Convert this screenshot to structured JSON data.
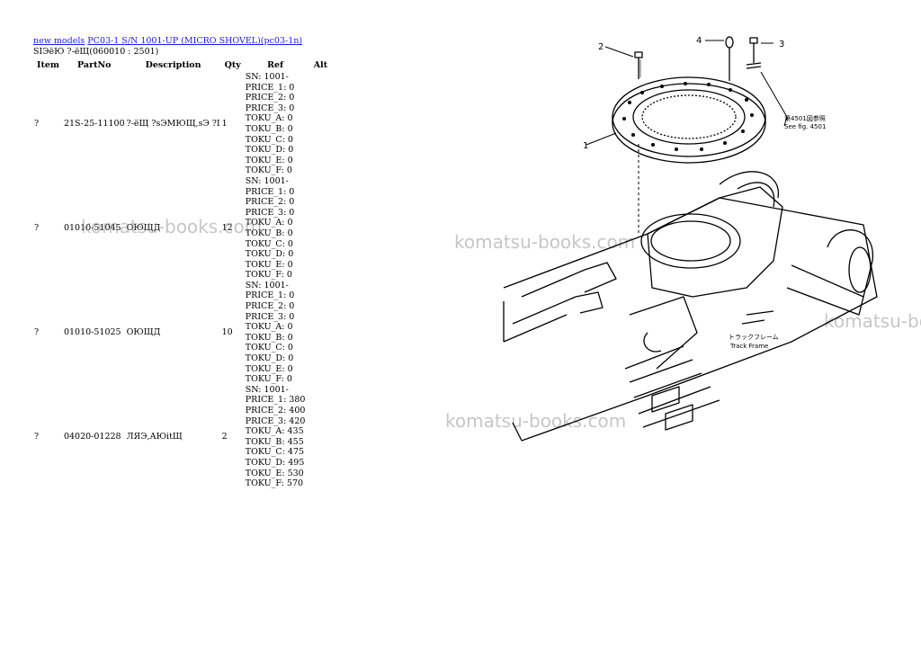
{
  "breadcrumb": {
    "link1": "new models",
    "link2": "PC03-1 S/N 1001-UP (MICRO SHOVEL)(pc03-1n)"
  },
  "subtitle": "SIЭёЮ ?-ёЩ(060010 : 2501)",
  "table": {
    "headers": [
      "Item",
      "PartNo",
      "Description",
      "Qty",
      "Ref",
      "Alt"
    ],
    "rows": [
      {
        "item": "?",
        "part_no": "21S-25-11100",
        "description": "?-ёЩ ?sЭМЮЩ,sЭ ?I",
        "qty": "1",
        "ref": [
          "SN: 1001-",
          "PRICE_1: 0",
          "PRICE_2: 0",
          "PRICE_3: 0",
          "TOKU_A: 0",
          "TOKU_B: 0",
          "TOKU_C: 0",
          "TOKU_D: 0",
          "TOKU_E: 0",
          "TOKU_F: 0"
        ],
        "alt": ""
      },
      {
        "item": "?",
        "part_no": "01010-51045",
        "description": "ОЮЩД",
        "qty": "12",
        "ref": [
          "SN: 1001-",
          "PRICE_1: 0",
          "PRICE_2: 0",
          "PRICE_3: 0",
          "TOKU_A: 0",
          "TOKU_B: 0",
          "TOKU_C: 0",
          "TOKU_D: 0",
          "TOKU_E: 0",
          "TOKU_F: 0"
        ],
        "alt": ""
      },
      {
        "item": "?",
        "part_no": "01010-51025",
        "description": "ОЮЩД",
        "qty": "10",
        "ref": [
          "SN: 1001-",
          "PRICE_1: 0",
          "PRICE_2: 0",
          "PRICE_3: 0",
          "TOKU_A: 0",
          "TOKU_B: 0",
          "TOKU_C: 0",
          "TOKU_D: 0",
          "TOKU_E: 0",
          "TOKU_F: 0"
        ],
        "alt": ""
      },
      {
        "item": "?",
        "part_no": "04020-01228",
        "description": "ЛЯЭ,АЮitЩ",
        "qty": "2",
        "ref": [
          "SN: 1001-",
          "PRICE_1: 380",
          "PRICE_2: 400",
          "PRICE_3: 420",
          "TOKU_A: 435",
          "TOKU_B: 455",
          "TOKU_C: 475",
          "TOKU_D: 495",
          "TOKU_E: 530",
          "TOKU_F: 570"
        ],
        "alt": ""
      }
    ]
  },
  "watermark": "komatsu-books.com",
  "diagram": {
    "callouts": [
      "1",
      "2",
      "3",
      "4"
    ],
    "note_line1": "第4501図参照",
    "note_line2": "See fig. 4501",
    "frame_label_jp": "トラックフレーム",
    "frame_label_en": "Track Frame"
  }
}
